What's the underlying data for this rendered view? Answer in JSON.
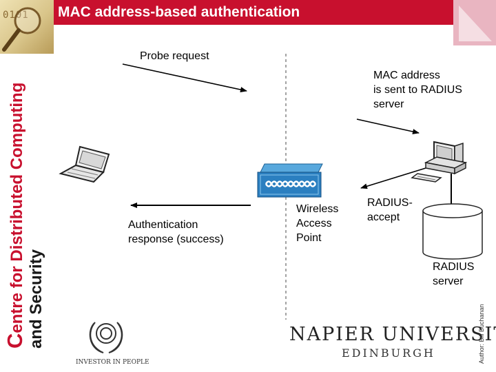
{
  "title": "MAC address-based authentication",
  "sidebar": {
    "initial": "C",
    "line1_rest": "entre for Distributed Computing",
    "line2": "and Security",
    "logo_bits": "0101"
  },
  "diagram": {
    "probe_request": "Probe request",
    "mac_sent_line1": "MAC address",
    "mac_sent_line2": "is sent to RADIUS",
    "mac_sent_line3": "server",
    "auth_response_line1": "Authentication",
    "auth_response_line2": "response (success)",
    "wap_line1": "Wireless",
    "wap_line2": "Access",
    "wap_line3": "Point",
    "radius_accept_line1": "RADIUS-",
    "radius_accept_line2": "accept",
    "radius_server_line1": "RADIUS",
    "radius_server_line2": "server"
  },
  "footer": {
    "author": "Author: Bill Buchanan",
    "university_name": "NAPIER UNIVERSITY",
    "university_city": "EDINBURGH",
    "investor": "INVESTOR IN PEOPLE"
  },
  "colors": {
    "brand_red": "#c8102e",
    "ap_blue": "#2b7fc0"
  }
}
